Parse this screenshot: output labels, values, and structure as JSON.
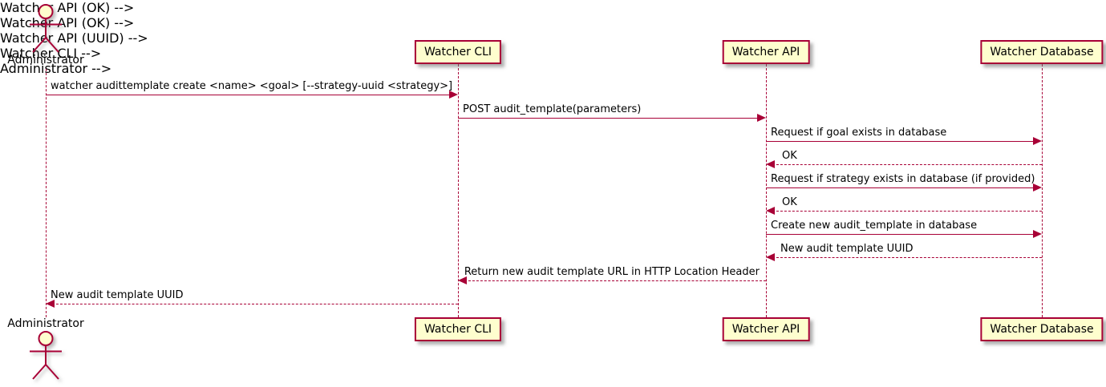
{
  "diagram": {
    "type": "sequence",
    "participants": [
      {
        "id": "administrator",
        "label": "Administrator",
        "kind": "actor"
      },
      {
        "id": "watcher-cli",
        "label": "Watcher CLI",
        "kind": "participant"
      },
      {
        "id": "watcher-api",
        "label": "Watcher API",
        "kind": "participant"
      },
      {
        "id": "watcher-database",
        "label": "Watcher Database",
        "kind": "participant"
      }
    ],
    "messages": [
      {
        "from": "Administrator",
        "to": "Watcher CLI",
        "style": "solid",
        "text": "watcher audittemplate create <name> <goal> [--strategy-uuid <strategy>]"
      },
      {
        "from": "Watcher CLI",
        "to": "Watcher API",
        "style": "solid",
        "text": "POST audit_template(parameters)"
      },
      {
        "from": "Watcher API",
        "to": "Watcher Database",
        "style": "solid",
        "text": "Request if goal exists in database"
      },
      {
        "from": "Watcher Database",
        "to": "Watcher API",
        "style": "dashed",
        "text": "OK"
      },
      {
        "from": "Watcher API",
        "to": "Watcher Database",
        "style": "solid",
        "text": "Request if strategy exists in database (if provided)"
      },
      {
        "from": "Watcher Database",
        "to": "Watcher API",
        "style": "dashed",
        "text": "OK"
      },
      {
        "from": "Watcher API",
        "to": "Watcher Database",
        "style": "solid",
        "text": "Create new audit_template in database"
      },
      {
        "from": "Watcher Database",
        "to": "Watcher API",
        "style": "dashed",
        "text": "New audit template UUID"
      },
      {
        "from": "Watcher API",
        "to": "Watcher CLI",
        "style": "dashed",
        "text": "Return new audit template URL in HTTP Location Header"
      },
      {
        "from": "Watcher CLI",
        "to": "Administrator",
        "style": "dashed",
        "text": "New audit template UUID"
      }
    ],
    "colors": {
      "line": "#A80036",
      "participant_fill": "#FEFECE",
      "text": "#000000",
      "background": "#FFFFFF"
    }
  }
}
